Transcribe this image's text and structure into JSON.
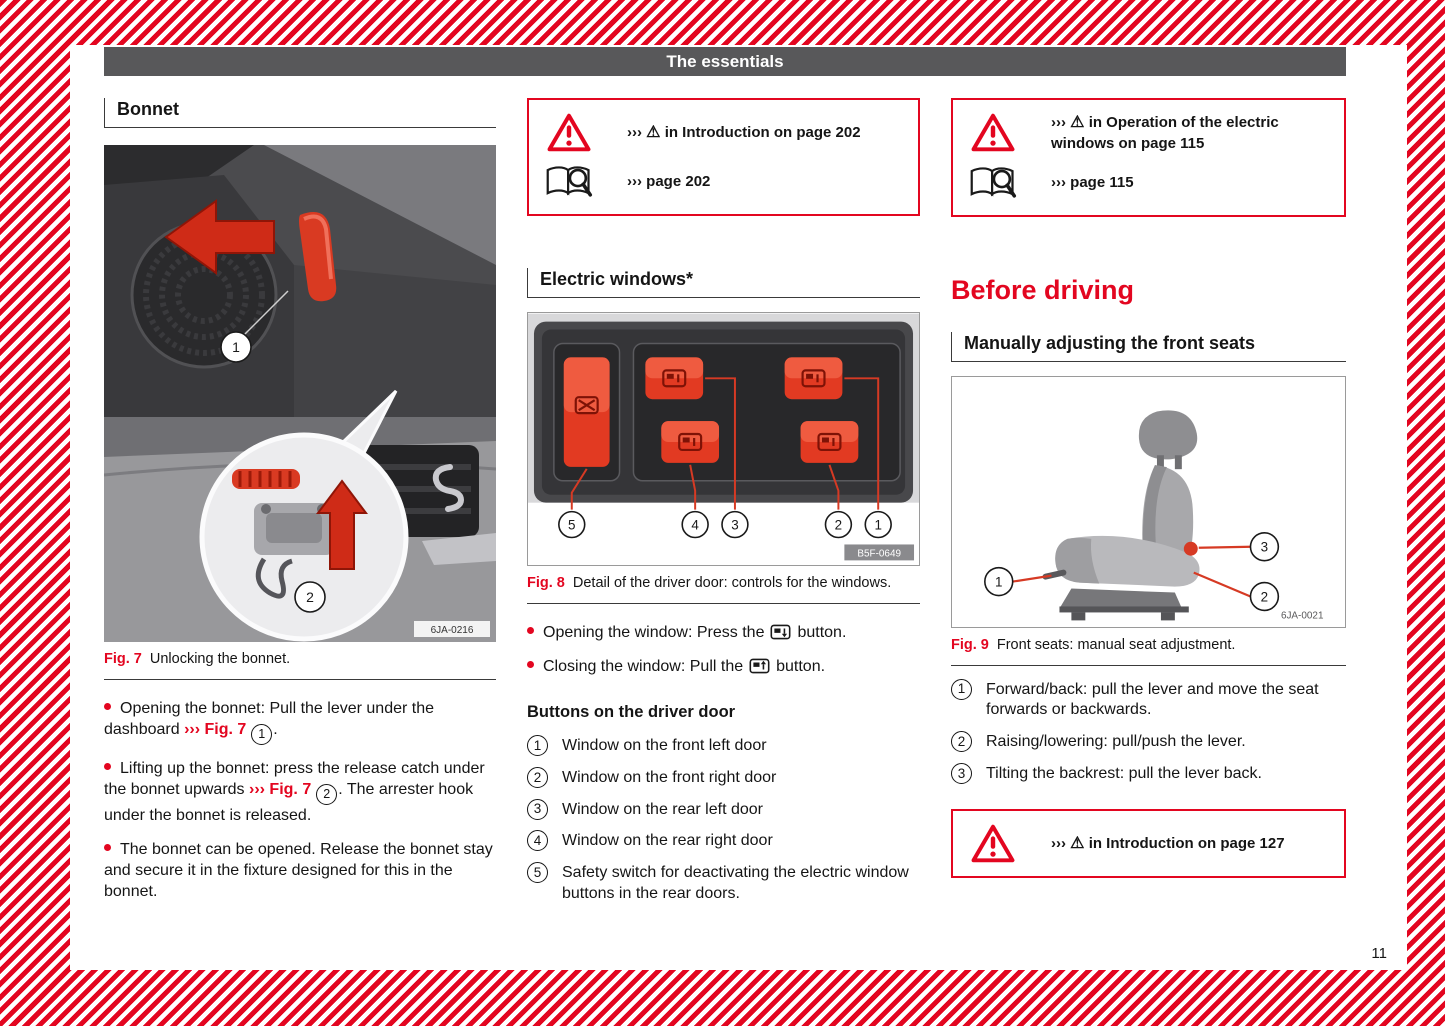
{
  "page": {
    "header_title": "The essentials",
    "number": "11"
  },
  "colors": {
    "accent_red": "#e30620",
    "header_bar_bg": "#58585a"
  },
  "left_column": {
    "heading": "Bonnet",
    "figure7": {
      "label": "Fig. 7",
      "caption": "Unlocking the bonnet.",
      "image_code": "6JA-0216",
      "callouts": [
        "1",
        "2"
      ]
    },
    "bullets": [
      {
        "pre": "Opening the bonnet: Pull the lever under the dashboard ",
        "ref": "››› Fig. 7",
        "num": "1",
        "post": "."
      },
      {
        "pre": "Lifting up the bonnet: press the release catch under the bonnet upwards ",
        "ref": "››› Fig. 7",
        "num": "2",
        "post": ". The arrester hook under the bonnet is released."
      },
      {
        "pre": "The bonnet can be opened. Release the bonnet stay and secure it in the fixture designed for this in the bonnet."
      }
    ]
  },
  "middle_column": {
    "warning_box": {
      "row1_arrows": "›››",
      "row1_warn": "⚠",
      "row1_text": "in Introduction on page 202",
      "row2_arrows": "›››",
      "row2_text": "page 202"
    },
    "heading": "Electric windows*",
    "figure8": {
      "label": "Fig. 8",
      "caption": "Detail of the driver door: controls for the windows.",
      "image_code": "B5F-0649",
      "callouts": [
        "5",
        "4",
        "3",
        "2",
        "1"
      ]
    },
    "bullets": [
      {
        "pre": "Opening the window: Press the",
        "post": "button."
      },
      {
        "pre": "Closing the window: Pull the",
        "post": "button."
      }
    ],
    "subheading": "Buttons on the driver door",
    "legend": [
      {
        "num": "1",
        "text": "Window on the front left door"
      },
      {
        "num": "2",
        "text": "Window on the front right door"
      },
      {
        "num": "3",
        "text": "Window on the rear left door"
      },
      {
        "num": "4",
        "text": "Window on the rear right door"
      },
      {
        "num": "5",
        "text": "Safety switch for deactivating the electric window buttons in the rear doors."
      }
    ]
  },
  "right_column": {
    "warning_box": {
      "row1_arrows": "›››",
      "row1_warn": "⚠",
      "row1_text": "in Operation of the electric windows on page 115",
      "row2_arrows": "›››",
      "row2_text": "page 115"
    },
    "big_heading": "Before driving",
    "heading": "Manually adjusting the front seats",
    "figure9": {
      "label": "Fig. 9",
      "caption": "Front seats: manual seat adjustment.",
      "image_code": "6JA-0021",
      "callouts": [
        "1",
        "2",
        "3"
      ]
    },
    "legend": [
      {
        "num": "1",
        "text": "Forward/back: pull the lever and move the seat forwards or backwards."
      },
      {
        "num": "2",
        "text": "Raising/lowering: pull/push the lever."
      },
      {
        "num": "3",
        "text": "Tilting the backrest: pull the lever back."
      }
    ],
    "warning_box_bottom": {
      "row1_arrows": "›››",
      "row1_warn": "⚠",
      "row1_text": "in Introduction on page 127"
    }
  }
}
